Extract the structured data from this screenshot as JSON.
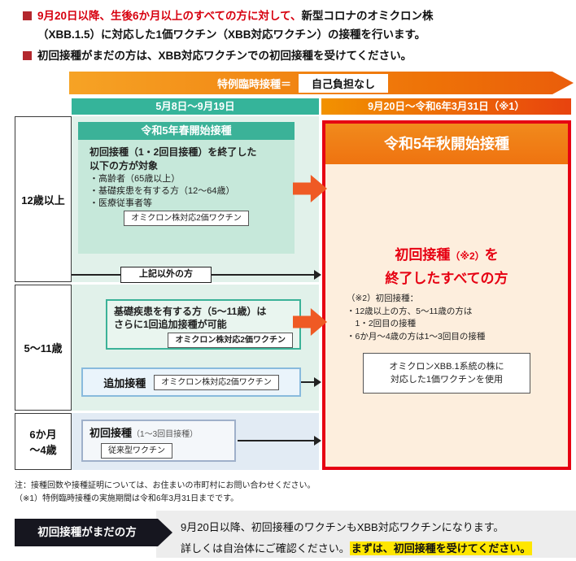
{
  "colors": {
    "accent_red": "#e60012",
    "banner_orange": "#ee7207",
    "spring_green": "#3bb298",
    "autumn_orange": "#f07d18",
    "highlight_yellow": "#ffe600",
    "dark_navy": "#16161f"
  },
  "intro": {
    "bullet1_red": "9月20日以降、生後6か月以上のすべての方に対して、",
    "bullet1_black": "新型コロナのオミクロン株",
    "bullet1_line2": "（XBB.1.5）に対応した1価ワクチン（XBB対応ワクチン）の接種を行います。",
    "bullet2": "初回接種がまだの方は、XBB対応ワクチンでの初回接種を受けてください。"
  },
  "banner": {
    "label": "特例臨時接種＝",
    "highlight": "自己負担なし"
  },
  "table": {
    "left_period": "5月8日～9月19日",
    "right_period": "9月20日～令和6年3月31日（※1）",
    "ages": {
      "row1": "12歳以上",
      "row2": "5～11歳",
      "row3_line1": "6か月",
      "row3_line2": "～4歳"
    },
    "spring": {
      "title": "令和5年春開始接種",
      "body1": "初回接種（1・2回目接種）を終了した",
      "body2": "以下の方が対象",
      "items": [
        "・高齢者（65歳以上）",
        "・基礎疾患を有する方（12～64歳）",
        "・医療従事者等"
      ],
      "vaccine": "オミクロン株対応2価ワクチン"
    },
    "other_label": "上記以外の方",
    "child": {
      "line1": "基礎疾患を有する方（5～11歳）は",
      "line2": "さらに1回追加接種が可能",
      "vaccine": "オミクロン株対応2価ワクチン"
    },
    "booster": {
      "label": "追加接種",
      "vaccine": "オミクロン株対応2価ワクチン"
    },
    "infant": {
      "label": "初回接種",
      "sub": "（1～3回目接種）",
      "vaccine": "従来型ワクチン"
    },
    "autumn": {
      "title": "令和5年秋開始接種",
      "main1_a": "初回接種",
      "main1_note": "（※2）",
      "main1_b": "を",
      "main2": "終了したすべての方",
      "notes": [
        "（※2）初回接種：",
        "・12歳以上の方、5～11歳の方は",
        "　1・2回目の接種",
        "・6か月～4歳の方は1～3回目の接種"
      ],
      "vax1": "オミクロンXBB.1系統の株に",
      "vax2": "対応した1価ワクチンを使用"
    }
  },
  "footnotes": [
    "注：接種回数や接種証明については、お住まいの市町村にお問い合わせください。",
    "（※1）特例臨時接種の実施期間は令和6年3月31日までです。"
  ],
  "bottom": {
    "arrow_label": "初回接種がまだの方",
    "line1": "9月20日以降、初回接種のワクチンもXBB対応ワクチンになります。",
    "line2_normal": "詳しくは自治体にご確認ください。",
    "line2_highlight": "まずは、初回接種を受けてください。"
  }
}
